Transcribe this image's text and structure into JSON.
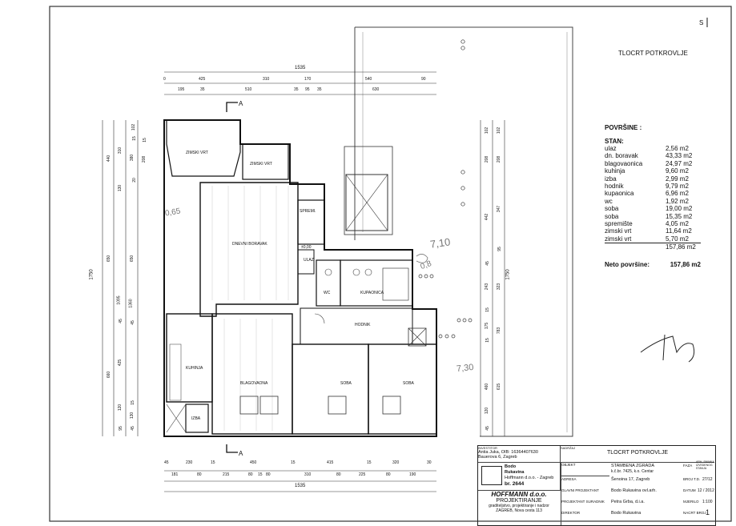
{
  "header": {
    "north_label": "S",
    "page_title": "TLOCRT POTKROVLJE"
  },
  "areas": {
    "heading": "POVRŠINE :",
    "subheading": "STAN:",
    "rows": [
      {
        "name": "ulaz",
        "value": "2,56 m2"
      },
      {
        "name": "dn. boravak",
        "value": "43,33 m2"
      },
      {
        "name": "blagovaonica",
        "value": "24,97 m2"
      },
      {
        "name": "kuhinja",
        "value": "9,60 m2"
      },
      {
        "name": "izba",
        "value": "2,99 m2"
      },
      {
        "name": "hodnik",
        "value": "9,79 m2"
      },
      {
        "name": "kupaonica",
        "value": "6,96 m2"
      },
      {
        "name": "wc",
        "value": "1,92 m2"
      },
      {
        "name": "soba",
        "value": "19,00 m2"
      },
      {
        "name": "soba",
        "value": "15,35 m2"
      },
      {
        "name": "spremište",
        "value": "4,05 m2"
      },
      {
        "name": "zimski vrt",
        "value": "11,64 m2"
      },
      {
        "name": "zimski vrt",
        "value": "5,70 m2"
      }
    ],
    "total": "157,86 m2",
    "net_label": "Neto površine:",
    "net_value": "157,86 m2"
  },
  "rooms": {
    "zimski_vrt_1": "ZIMSKI VRT",
    "zimski_vrt_2": "ZIMSKI VRT",
    "dnevni_boravak": "DNEVNI BORAVAK",
    "spremiste": "SPREMI.",
    "ulaz": "ULAZ",
    "wc": "WC",
    "kupaonica": "KUPAONICA",
    "hodnik": "HODNIK",
    "kuhinja": "KUHINJA",
    "blagovaona": "BLAGOVAONA",
    "soba_1": "SOBA",
    "soba_2": "SOBA",
    "izba": "IZBA"
  },
  "handwritten": {
    "h1": "7,10",
    "h2": "0,65",
    "h3": "7,30",
    "h4": "0,8"
  },
  "plan_level": "±0,00",
  "section_marks": {
    "a_top": "A",
    "a_bottom": "A"
  },
  "dims": {
    "top_total": "1535",
    "top_row1": [
      "0",
      "425",
      "310",
      "170",
      "540",
      "90"
    ],
    "top_row2": [
      "195",
      "35",
      "510",
      "35",
      "95",
      "35",
      "630"
    ],
    "bottom_row1": [
      "45",
      "230",
      "15",
      "450",
      "15",
      "415",
      "15",
      "320",
      "30"
    ],
    "bottom_row2": [
      "181",
      "80",
      "215",
      "80",
      "15",
      "80",
      "310",
      "80",
      "225",
      "80",
      "190"
    ],
    "bottom_total": "1535",
    "left_outer": "1750",
    "left_a": [
      "440",
      "650",
      "660"
    ],
    "left_b": [
      "310",
      "130",
      "1095",
      "45",
      "425",
      "120",
      "95"
    ],
    "left_c": [
      "102",
      "15",
      "380",
      "20",
      "650",
      "45",
      "1360",
      "15",
      "130",
      "45"
    ],
    "left_d": [
      "15",
      "208"
    ],
    "right_a": [
      "102",
      "208",
      "442",
      "45",
      "243",
      "15",
      "175",
      "15",
      "460",
      "120",
      "45"
    ],
    "right_b": [
      "102",
      "208",
      "347",
      "95",
      "323",
      "783",
      "615"
    ],
    "right_outer": "1750"
  },
  "title_block": {
    "investitor_label": "INVESTITOR",
    "investitor": "Antia Juka, OIB: 16364407630",
    "investitor_addr": "Bauerova 6, Zagreb",
    "sadrzaj_label": "SADRŽAJ",
    "sadrzaj": "TLOCRT POTKROVLJE",
    "stamp_line1": "Bodo",
    "stamp_line2": "Rukavina",
    "stamp_line3": "Hoffmann d.o.o. - Zagreb",
    "stamp_line4": "br. 2644",
    "objekt_label": "OBJEKT",
    "objekt": "STAMBENA ZGRADA",
    "objekt2": "k.č.br. 7425, k.o. Centar",
    "faza_label": "FAZA",
    "faza_value": "ARH. SNIMKA IZVEDENOG STANJA",
    "adresa_label": "ADRESA",
    "adresa": "Šenoina 17, Zagreb",
    "broj_td_label": "BROJ T.D.",
    "broj_td": "27/12",
    "glavni_label": "GLAVNI PROJEKTANT",
    "glavni": "Bodo Rukavina ovl.arh.",
    "datum_label": "DATUM",
    "datum": "12 / 2012",
    "suradnik_label": "PROJEKTANT SURADNIK",
    "suradnik": "Petra Grba, d.i.a.",
    "mjerilo_label": "MJERILO",
    "mjerilo": "1:100",
    "direktor_label": "DIREKTOR",
    "direktor": "Bodo Rukavina",
    "nacrt_label": "NACRT BROJ",
    "nacrt": "1",
    "company": "HOFFMANN d.o.o.",
    "company_sub": "PROJEKTIRANJE",
    "company_desc": "graditeljstvo, projektiranje i nadzor",
    "company_addr": "ZAGREB, Nova cesta 113"
  }
}
